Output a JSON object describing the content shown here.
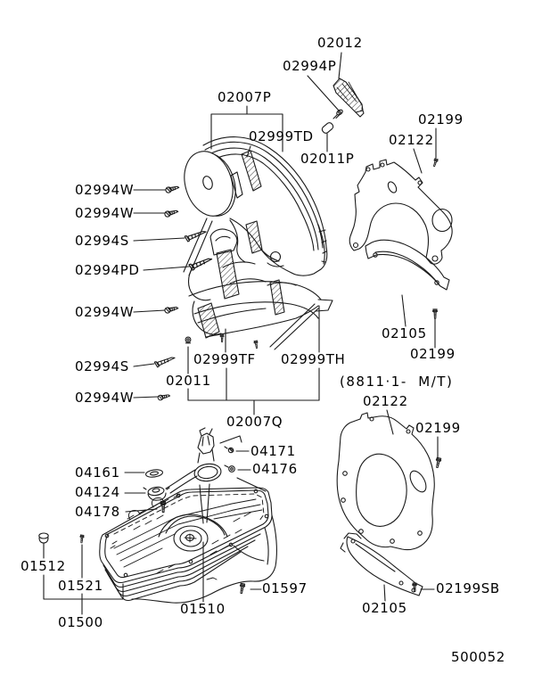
{
  "page": {
    "type": "parts-catalog-diagram"
  },
  "figure_code": "500052",
  "variant_note": "(8811·1-  M/T)",
  "callouts": [
    {
      "text": "02012"
    },
    {
      "text": "02994P"
    },
    {
      "text": "02007P"
    },
    {
      "text": "02999TD"
    },
    {
      "text": "02011P"
    },
    {
      "text": "02199"
    },
    {
      "text": "02122"
    },
    {
      "text": "02994W"
    },
    {
      "text": "02994W"
    },
    {
      "text": "02994S"
    },
    {
      "text": "02994PD"
    },
    {
      "text": "02994W"
    },
    {
      "text": "02994S"
    },
    {
      "text": "02994W"
    },
    {
      "text": "02011"
    },
    {
      "text": "02999TF"
    },
    {
      "text": "02999TH"
    },
    {
      "text": "02007Q"
    },
    {
      "text": "02105"
    },
    {
      "text": "02199"
    },
    {
      "text": "02122"
    },
    {
      "text": "02199"
    },
    {
      "text": "04171"
    },
    {
      "text": "04176"
    },
    {
      "text": "04161"
    },
    {
      "text": "04124"
    },
    {
      "text": "04178"
    },
    {
      "text": "01512"
    },
    {
      "text": "01521"
    },
    {
      "text": "01500"
    },
    {
      "text": "01510"
    },
    {
      "text": "01597"
    },
    {
      "text": "02105"
    },
    {
      "text": "02199SB"
    }
  ]
}
